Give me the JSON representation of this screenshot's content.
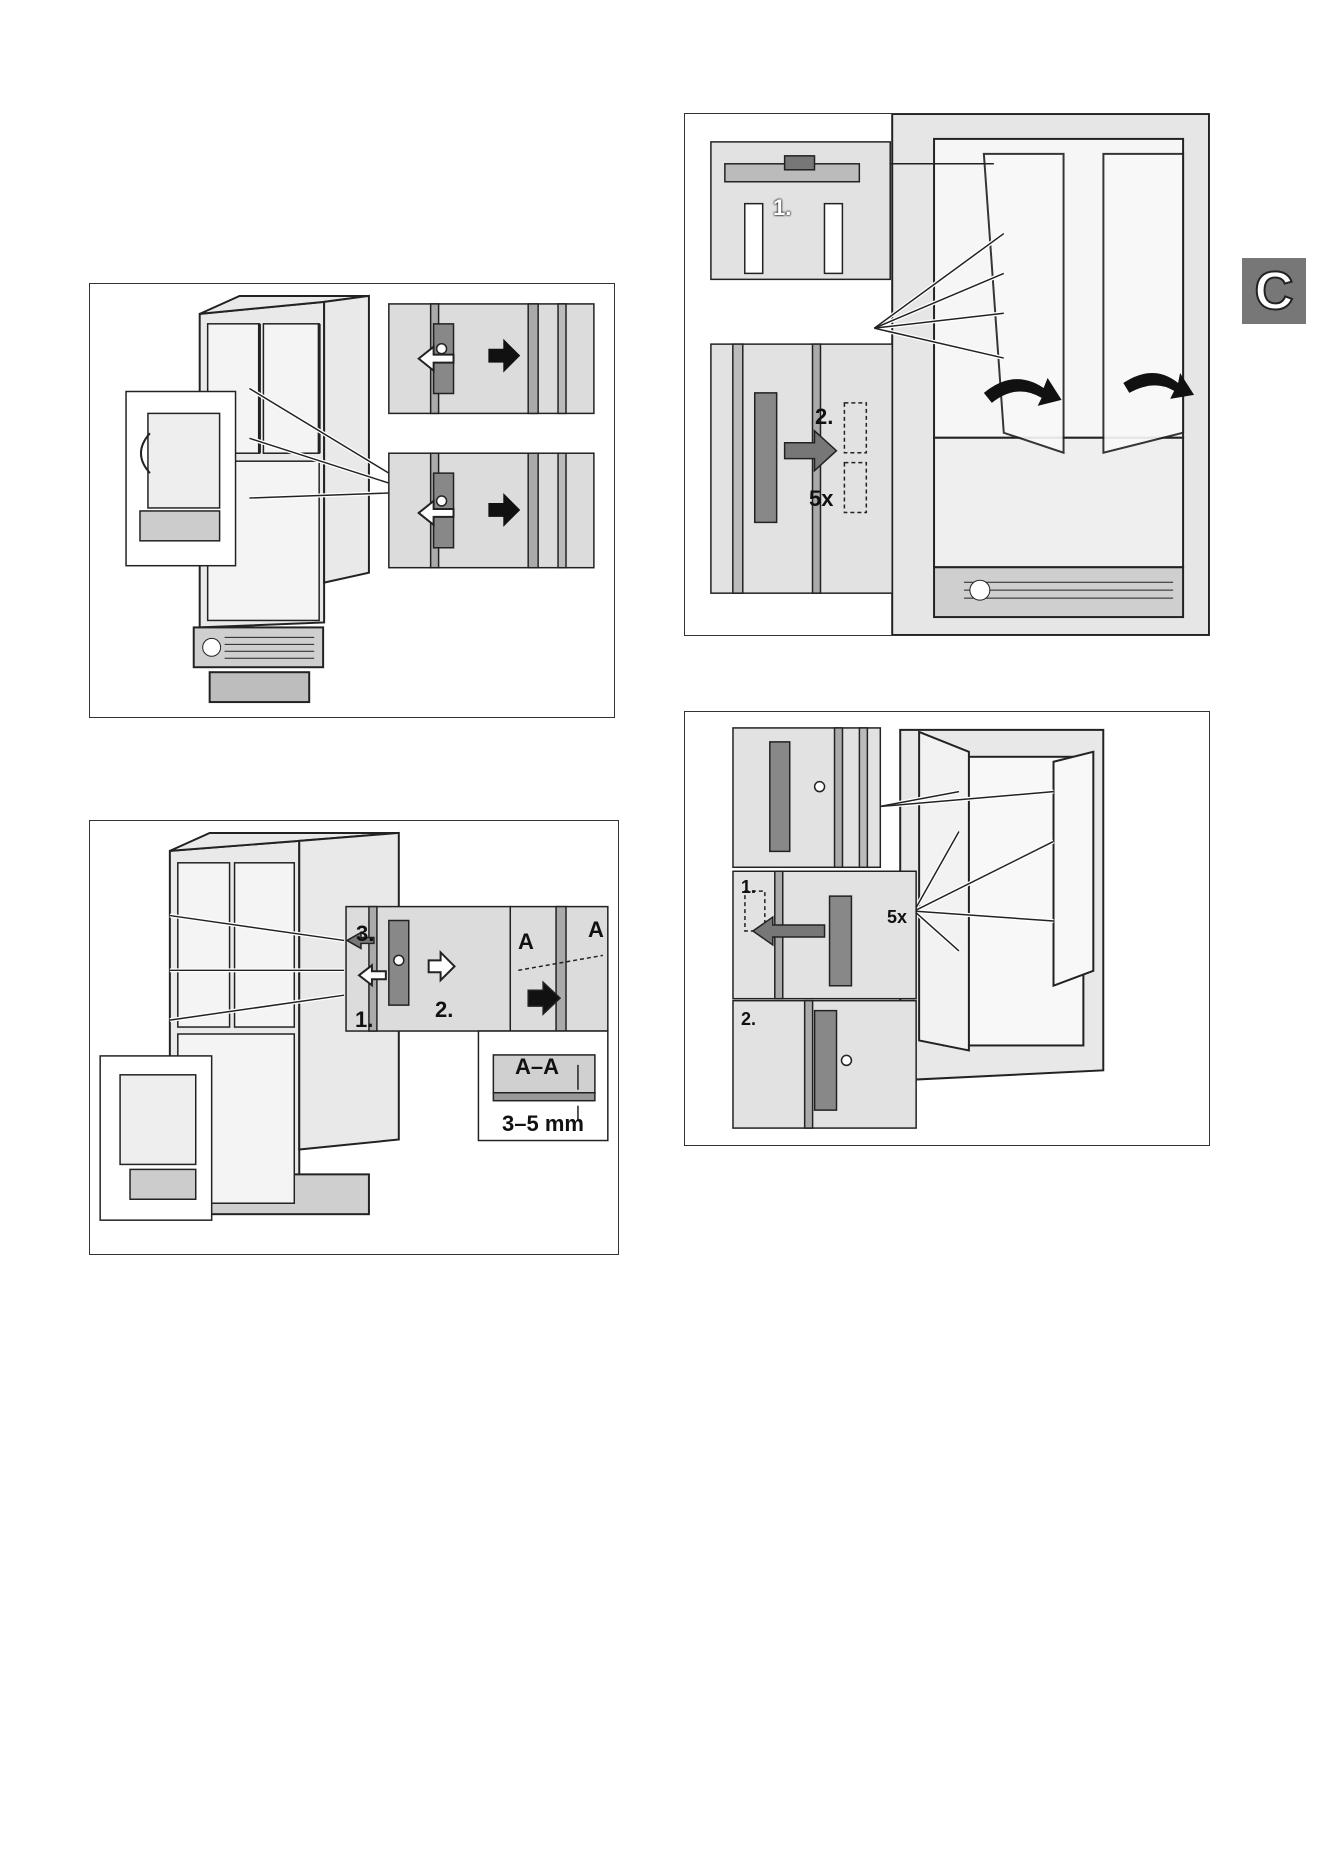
{
  "section_tab": {
    "letter": "C"
  },
  "figures": {
    "fig1": {
      "labels": []
    },
    "fig2": {
      "labels": {
        "step3": "3.",
        "step1": "1.",
        "step2": "2.",
        "sectionA_left": "A",
        "sectionA_right": "A",
        "sectionAA": "A–A",
        "dimension": "3–5 mm"
      }
    },
    "fig3": {
      "labels": {
        "step1": "1.",
        "step2": "2.",
        "count": "5x"
      }
    },
    "fig4": {
      "labels": {
        "step1": "1.",
        "step2": "2.",
        "count": "5x"
      }
    }
  },
  "colors": {
    "line": "#222222",
    "panel_grey": "#d8d8d8",
    "panel_dark": "#9a9a9a",
    "tab_grey": "#777777"
  }
}
